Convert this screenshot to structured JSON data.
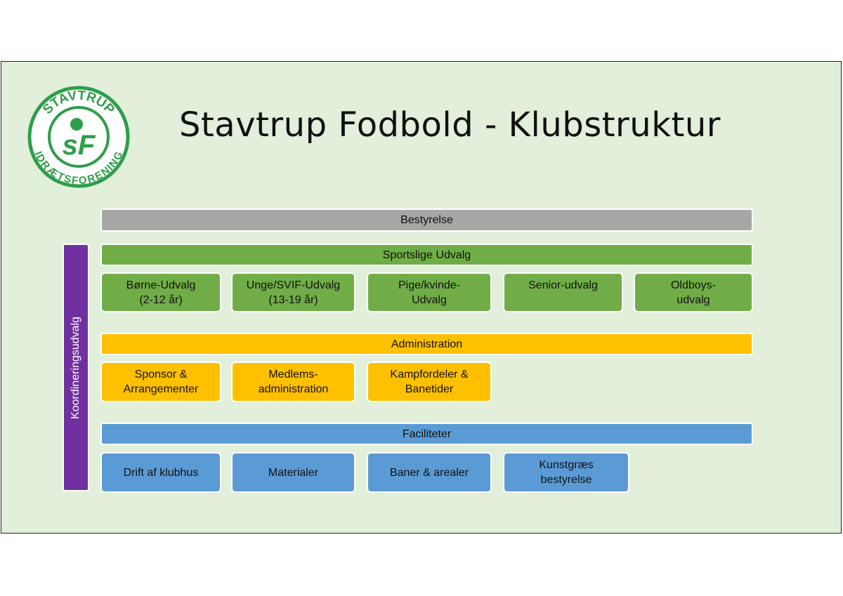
{
  "page": {
    "title": "Stavtrup Fodbold - Klubstruktur"
  },
  "logo": {
    "text_top": "STAVTRUP",
    "text_bottom": "IDRÆTSFORENING",
    "initials": "sF",
    "color": "#2e9e48"
  },
  "diagram": {
    "bestyrelse": "Bestyrelse",
    "coordination": "Koordineringsudvalg",
    "sports": {
      "header": "Sportslige Udvalg",
      "items": [
        "Børne-Udvalg\n(2-12 år)",
        "Unge/SVIF-Udvalg\n(13-19 år)",
        "Pige/kvinde-\nUdvalg",
        "Senior-udvalg",
        "Oldboys-\nudvalg"
      ]
    },
    "administration": {
      "header": "Administration",
      "items": [
        "Sponsor &\nArrangementer",
        "Medlems-\nadministration",
        "Kampfordeler &\nBanetider"
      ]
    },
    "facilities": {
      "header": "Faciliteter",
      "items": [
        "Drift af klubhus",
        "Materialer",
        "Baner & arealer",
        "Kunstgræs\nbestyrelse"
      ]
    }
  },
  "colors": {
    "board": "#a6a6a6",
    "sports": "#70ad47",
    "administration": "#ffc000",
    "facilities": "#5b9bd5",
    "coordination": "#7030a0",
    "background": "#e2efda"
  }
}
